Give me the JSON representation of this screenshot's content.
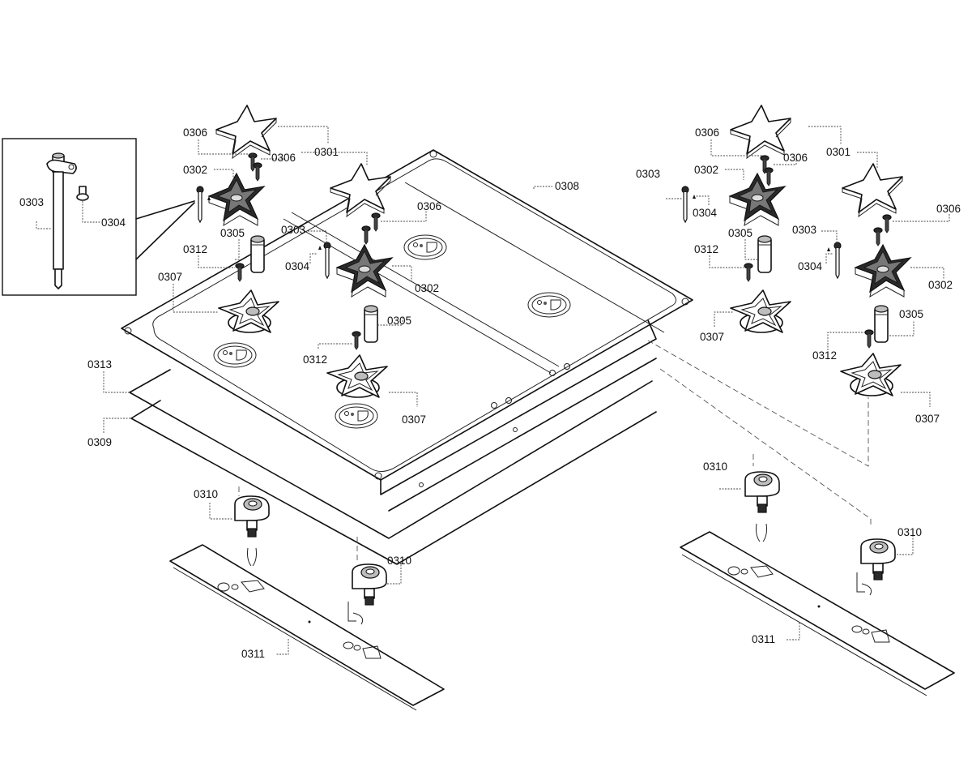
{
  "diagram": {
    "title": "Cooktop burner assembly exploded view",
    "callouts": {
      "inset_0303": "0303",
      "inset_0304": "0304",
      "l_0306a": "0306",
      "l_0306b": "0306",
      "l_0301a": "0301",
      "l_0302a": "0302",
      "l_0303a": "0303",
      "l_0304a": "0304",
      "l_0312a": "0312",
      "l_0305a": "0305",
      "l_0307a": "0307",
      "l_0301b": "0301",
      "l_0306c": "0306",
      "l_0302b": "0302",
      "l_0308": "0308",
      "l_0305b": "0305",
      "l_0312b": "0312",
      "l_0307b": "0307",
      "l_0313": "0313",
      "l_0309": "0309",
      "l_0310a": "0310",
      "l_0310b": "0310",
      "l_0311a": "0311",
      "r_0306a": "0306",
      "r_0306b": "0306",
      "r_0301a": "0301",
      "r_0303a": "0303",
      "r_0302a": "0302",
      "r_0304a": "0304",
      "r_0301b": "0301",
      "r_0306c": "0306",
      "r_0303b": "0303",
      "r_0305a": "0305",
      "r_0312a": "0312",
      "r_0304b": "0304",
      "r_0302b": "0302",
      "r_0307a": "0307",
      "r_0305b": "0305",
      "r_0312b": "0312",
      "r_0307b": "0307",
      "r_0310a": "0310",
      "r_0310b": "0310",
      "r_0311": "0311"
    }
  }
}
